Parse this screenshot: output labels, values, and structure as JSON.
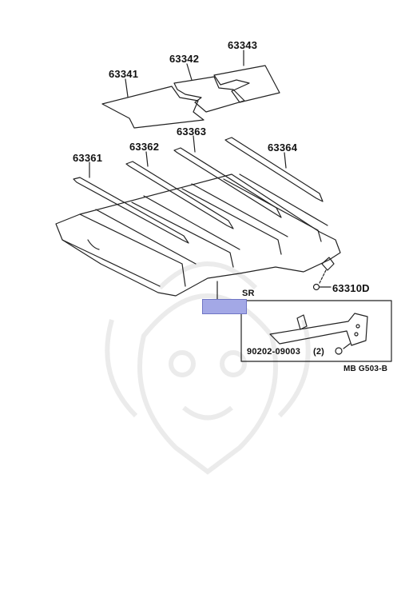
{
  "labels": {
    "p63341": "63341",
    "p63342": "63342",
    "p63343": "63343",
    "p63361": "63361",
    "p63362": "63362",
    "p63363": "63363",
    "p63364": "63364",
    "p63310d": "63310D",
    "sr": "SR",
    "p90202": "90202-09003",
    "qty": "(2)",
    "diagram_code": "MB G503-B"
  },
  "colors": {
    "line": "#222222",
    "highlight": "#a3a8e6",
    "watermark": "#d9d9d9"
  }
}
